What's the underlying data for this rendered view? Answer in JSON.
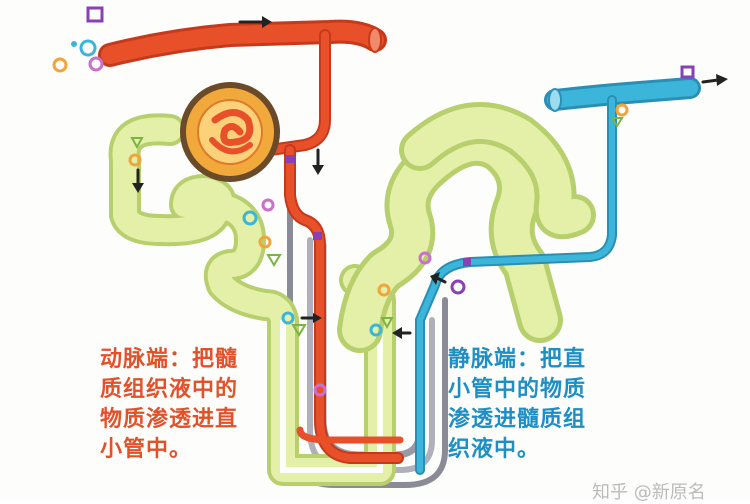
{
  "labels": {
    "artery_end": "动脉端：把髓\n质组织液中的\n物质渗透进直\n小管中。",
    "vein_end": "静脉端：把直\n小管中的物质\n渗透进髓质组\n织液中。"
  },
  "watermark": "知乎 @新原名",
  "colors": {
    "artery": "#e8502a",
    "artery_dark": "#c7391b",
    "vein": "#3bb6da",
    "tubule": "#e4f0a8",
    "tubule_edge": "#b7cf6c",
    "glomerulus": "#f2a93b",
    "arrow": "#222222"
  },
  "icons": [
    "arrow-icon",
    "particle-ring-icon",
    "particle-square-icon",
    "particle-triangle-icon"
  ]
}
